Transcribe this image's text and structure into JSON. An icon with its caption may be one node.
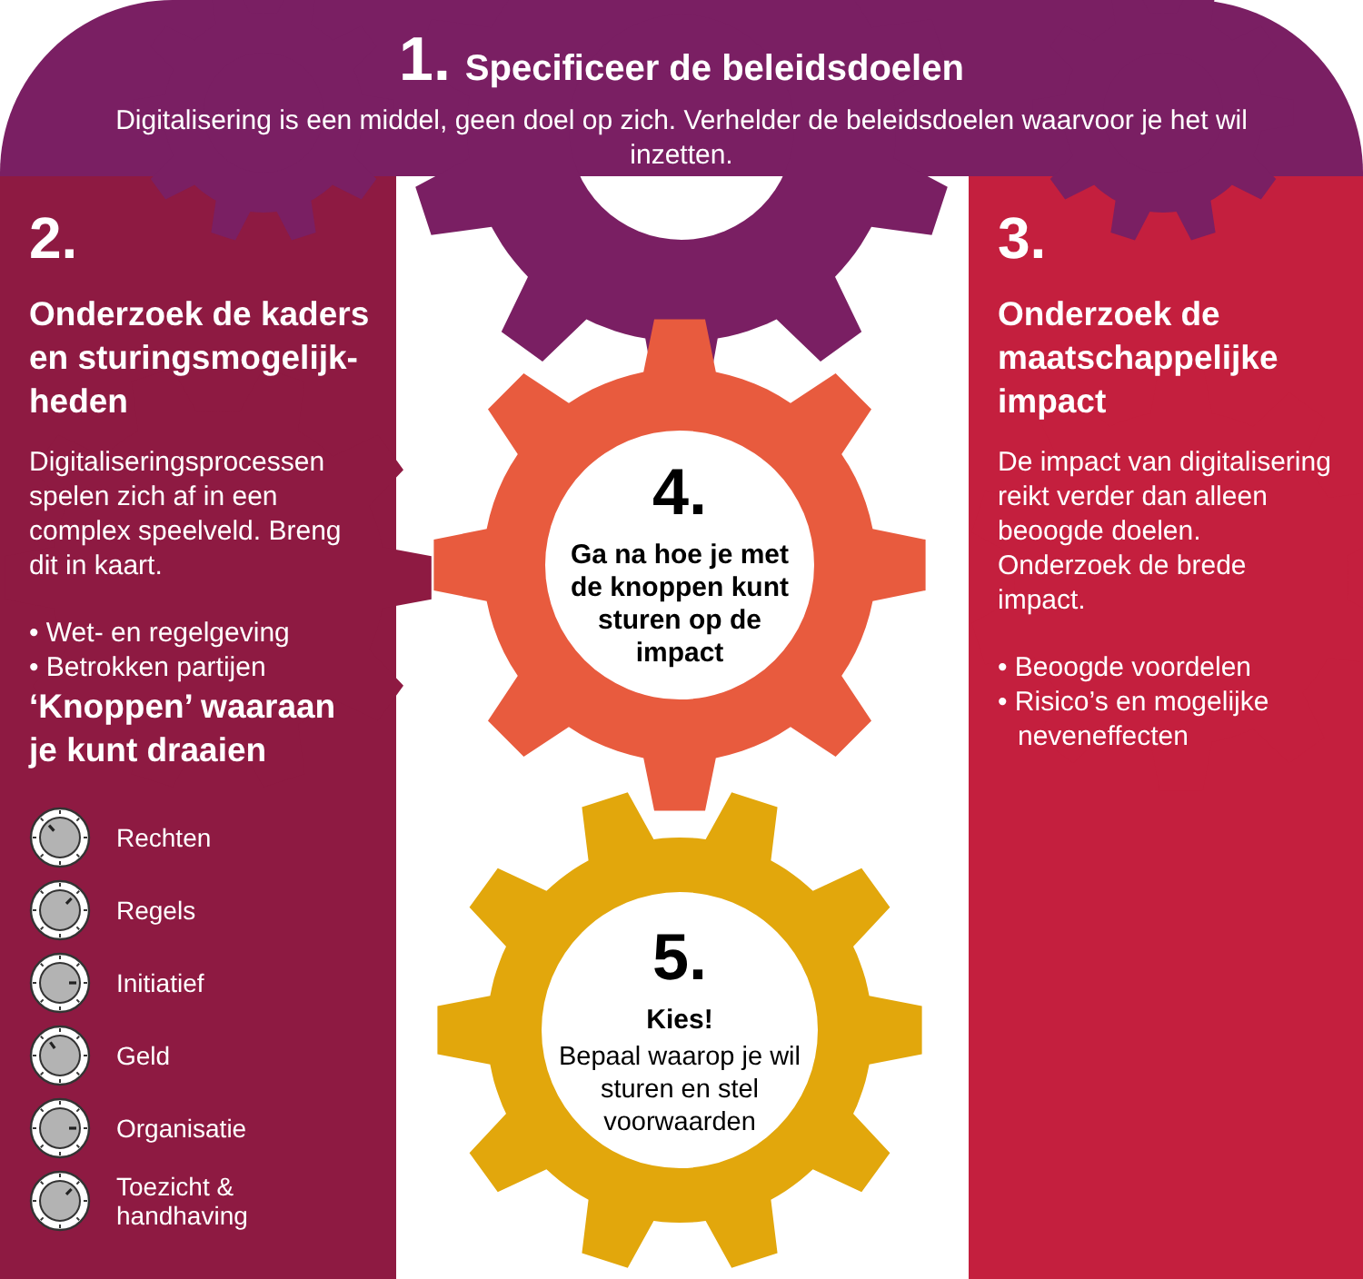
{
  "diagram": {
    "nodes": [
      {
        "text": [
          "1.",
          "Specificeer de beleidsdoelen",
          "Digitalisering is een middel, geen doel op zich. Verhelder de beleidsdoelen waarvoor je het wil inzetten."
        ]
      },
      {
        "text": [
          "2.",
          "Onderzoek de kaders en sturingsmogelijk-heden",
          "Digitaliseringsprocessen spelen zich af in een complex speelveld. Breng dit in kaart.",
          "• Wet- en regelgeving",
          "• Betrokken partijen",
          "‘Knoppen’ waaraan je kunt draaien",
          "Rechten",
          "Regels",
          "Initiatief",
          "Geld",
          "Organisatie",
          "Toezicht & handhaving"
        ]
      },
      {
        "text": [
          "3.",
          "Onderzoek de maatschappelijke impact",
          "De impact van digitalisering reikt verder dan alleen beoogde doelen. Onderzoek de brede impact.",
          "• Beoogde voordelen",
          "• Risico’s en mogelijke neveneffecten"
        ]
      },
      {
        "text": [
          "4.",
          "Ga na hoe je met de knoppen kunt sturen op de impact"
        ]
      },
      {
        "text": [
          "5.",
          "Kies!",
          "Bepaal waarop je wil sturen en stel voorwaarden"
        ]
      }
    ]
  }
}
